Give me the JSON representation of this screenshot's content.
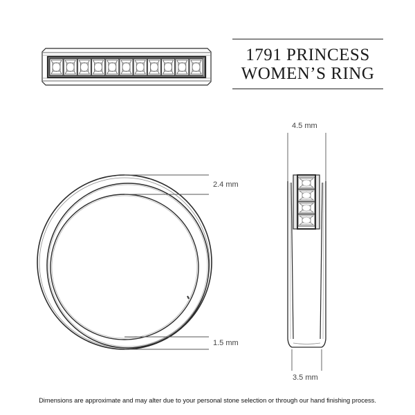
{
  "title": {
    "line1": "1791 PRINCESS",
    "line2": "WOMEN’S RING"
  },
  "dimensions": {
    "width_top": "4.5 mm",
    "top_height": "2.4 mm",
    "bottom_height": "1.5 mm",
    "width_bottom": "3.5 mm"
  },
  "views": {
    "top_view": {
      "stone_count": 11,
      "stone_cut": "princess"
    },
    "front_view": {
      "shape": "circle"
    },
    "side_view": {
      "visible_stones": 4
    }
  },
  "footnote": "Dimensions are approximate and may alter due to your personal stone selection or through our hand finishing process.",
  "colors": {
    "line": "#2a2a2a",
    "dim_line": "#555555",
    "background": "#ffffff"
  }
}
